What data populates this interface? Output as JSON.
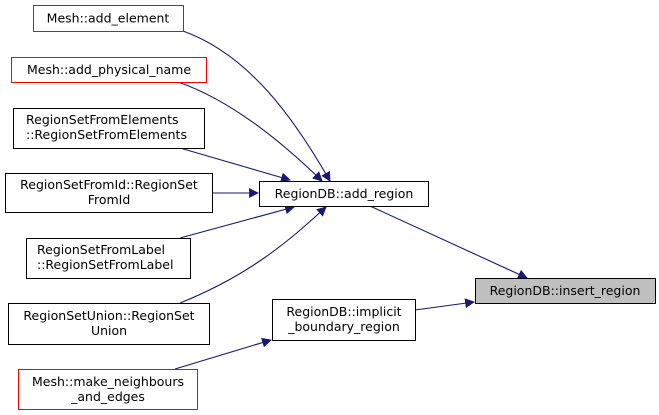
{
  "nodes": {
    "add_element": {
      "lines": [
        "Mesh::add_element"
      ],
      "border": "#ff0000"
    },
    "add_physical_name": {
      "lines": [
        "Mesh::add_physical_name"
      ],
      "border": "#ff0000"
    },
    "rs_from_elements": {
      "lines": [
        "RegionSetFromElements",
        "::RegionSetFromElements"
      ],
      "border": "#000000"
    },
    "rs_from_id": {
      "lines": [
        "RegionSetFromId::RegionSet",
        "FromId"
      ],
      "border": "#000000"
    },
    "add_region": {
      "lines": [
        "RegionDB::add_region"
      ],
      "border": "#000000"
    },
    "rs_from_label": {
      "lines": [
        "RegionSetFromLabel",
        "::RegionSetFromLabel"
      ],
      "border": "#000000"
    },
    "rs_union": {
      "lines": [
        "RegionSetUnion::RegionSet",
        "Union"
      ],
      "border": "#000000"
    },
    "implicit_boundary": {
      "lines": [
        "RegionDB::implicit",
        "_boundary_region"
      ],
      "border": "#000000"
    },
    "insert_region": {
      "lines": [
        "RegionDB::insert_region"
      ],
      "border": "#000000",
      "fill": "#bfbfbf"
    },
    "make_neighbours": {
      "lines": [
        "Mesh::make_neighbours",
        "_and_edges"
      ],
      "border": "#ff0000"
    }
  },
  "edge_color": "#191970"
}
